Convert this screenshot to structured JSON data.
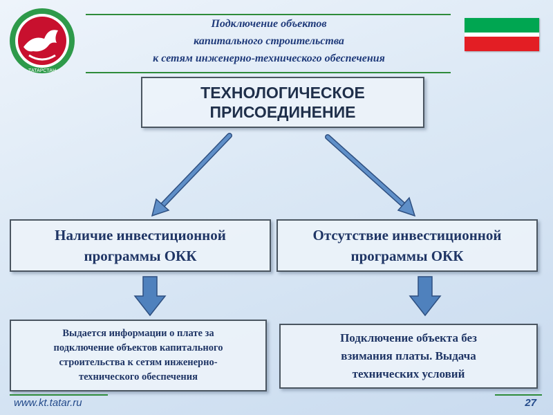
{
  "header": {
    "title_lines": [
      "Подключение объектов",
      "капитального строительства",
      "к сетям инженерно-технического обеспечения"
    ]
  },
  "emblem": {
    "ring_text": "ТАТАРСТАН",
    "colors": {
      "ring": "#2e9a4a",
      "shield": "#c8102e",
      "animal": "#ffffff"
    }
  },
  "flag": {
    "colors": [
      "#00a651",
      "#ffffff",
      "#e31e24"
    ]
  },
  "diagram": {
    "root": {
      "lines": [
        "ТЕХНОЛОГИЧЕСКОЕ",
        "ПРИСОЕДИНЕНИЕ"
      ]
    },
    "branches": [
      {
        "heading_lines": [
          "Наличие инвестиционной",
          "программы ОКК"
        ],
        "result_lines": [
          "Выдается информации о плате за",
          "подключение объектов капитального",
          "строительства к сетям инженерно-",
          "технического обеспечения"
        ]
      },
      {
        "heading_lines": [
          "Отсутствие инвестиционной",
          "программы ОКК"
        ],
        "result_lines": [
          "Подключение объекта без",
          "взимания платы. Выдача",
          "технических условий"
        ]
      }
    ],
    "arrow_color": "#4f81bd"
  },
  "footer": {
    "url": "www.kt.tatar.ru",
    "page_number": "27"
  }
}
